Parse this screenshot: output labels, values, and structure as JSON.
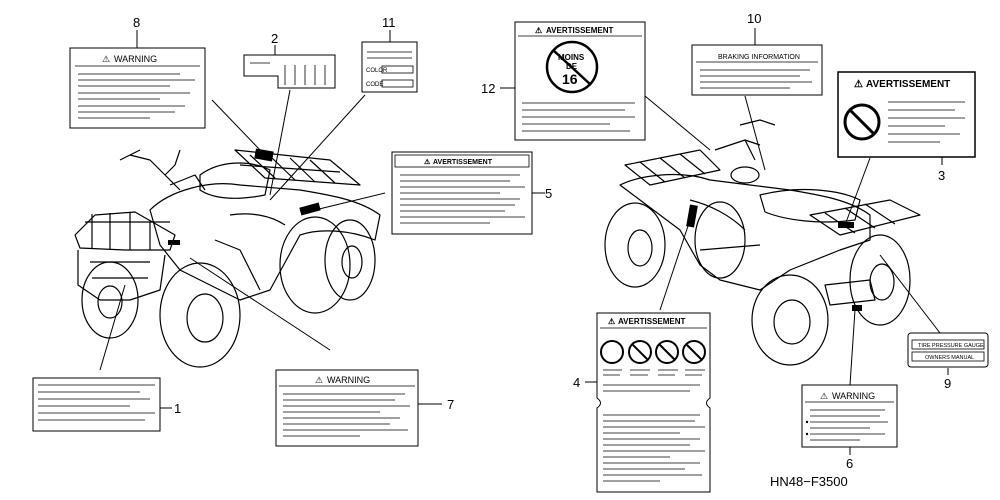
{
  "callouts": [
    "1",
    "2",
    "3",
    "4",
    "5",
    "6",
    "7",
    "8",
    "9",
    "10",
    "11",
    "12"
  ],
  "labels": {
    "warning": "WARNING",
    "avertissement": "AVERTISSEMENT",
    "braking": "BRAKING INFORMATION",
    "color": "COLOR",
    "code": "CODE",
    "moins": "MOINS",
    "de": "DE",
    "age": "16",
    "tire_gauge": "TIRE PRESSURE GAUGE",
    "owners_manual": "OWNERS MANUAL"
  },
  "figure_code": "HN48−F3500"
}
